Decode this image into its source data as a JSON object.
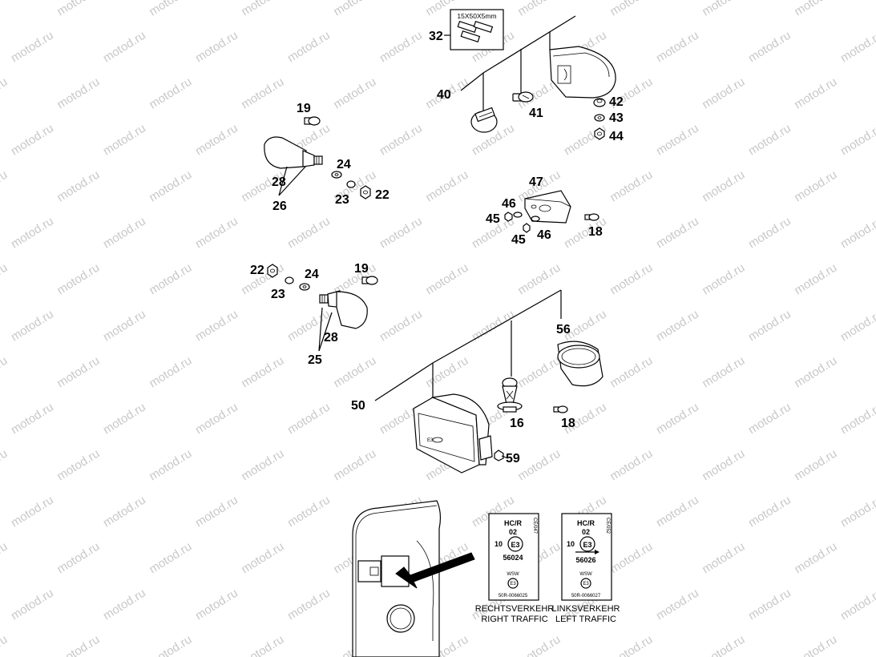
{
  "watermark": "motod.ru",
  "callouts": {
    "p32": "32",
    "p40": "40",
    "p41": "41",
    "p42": "42",
    "p43": "43",
    "p44": "44",
    "p19a": "19",
    "p28a": "28",
    "p26": "26",
    "p24a": "24",
    "p23a": "23",
    "p22a": "22",
    "p47": "47",
    "p46a": "46",
    "p45a": "45",
    "p45b": "45",
    "p46b": "46",
    "p18a": "18",
    "p22b": "22",
    "p23b": "23",
    "p24b": "24",
    "p19b": "19",
    "p28b": "28",
    "p25": "25",
    "p56": "56",
    "p50": "50",
    "p16": "16",
    "p18b": "18",
    "p59": "59"
  },
  "foam_size": "15X50X5mm",
  "label_right": {
    "hcr": "HC/R",
    "num02": "02",
    "ten": "10",
    "e3": "E3",
    "code": "56024",
    "side": "CE/047",
    "wsw": "WSW",
    "e3_small": "E3",
    "bottom": "50R-0066025",
    "caption_de": "RECHTSVERKEHR",
    "caption_en": "RIGHT TRAFFIC"
  },
  "label_left": {
    "hcr": "HC/R",
    "num02": "02",
    "ten": "10",
    "e3": "E3",
    "code": "56026",
    "side": "CE/052",
    "wsw": "WSW",
    "e3_small": "E3",
    "bottom": "50R-0066027",
    "caption_de": "LINKSVERKEHR",
    "caption_en": "LEFT TRAFFIC"
  }
}
